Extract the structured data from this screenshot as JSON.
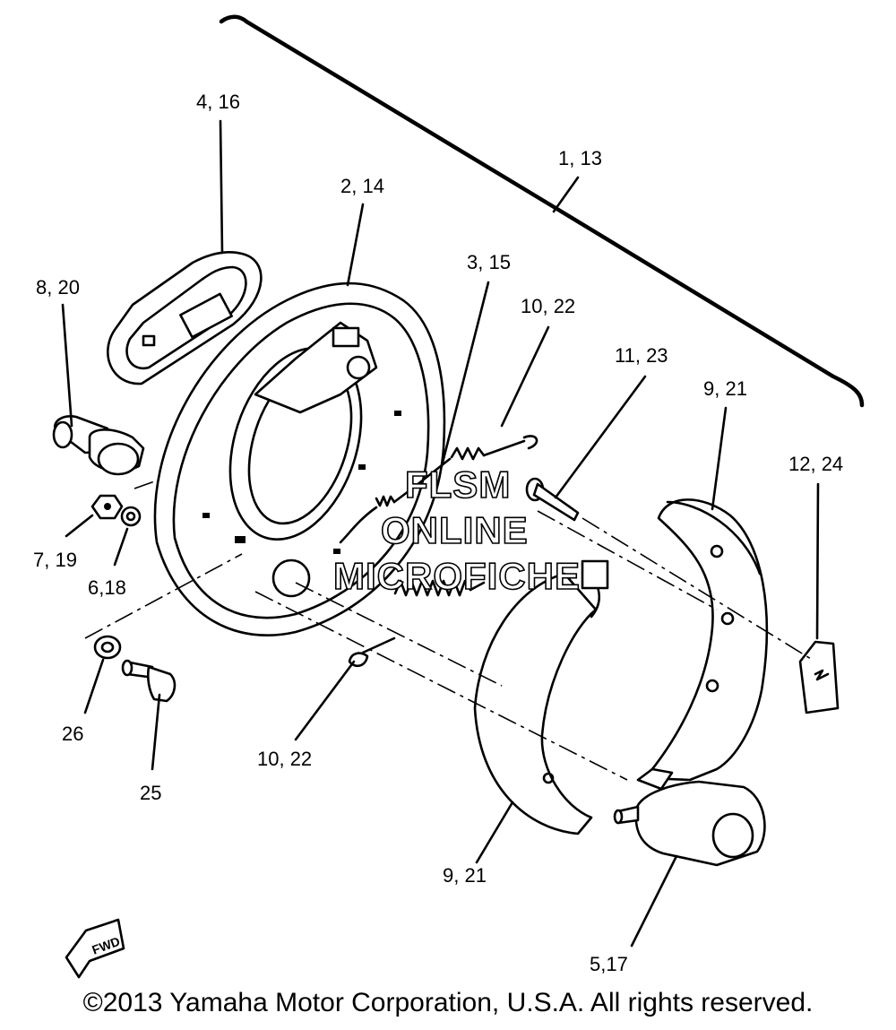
{
  "callouts": {
    "c_1_13": "1, 13",
    "c_2_14": "2, 14",
    "c_3_15": "3, 15",
    "c_4_16": "4, 16",
    "c_5_17": "5,17",
    "c_6_18": "6,18",
    "c_7_19": "7, 19",
    "c_8_20": "8, 20",
    "c_9_21_top": "9, 21",
    "c_9_21_bottom": "9, 21",
    "c_10_22_top": "10, 22",
    "c_10_22_bottom": "10, 22",
    "c_11_23": "11, 23",
    "c_12_24": "12, 24",
    "c_25": "25",
    "c_26": "26"
  },
  "watermark": {
    "line1": "FLSM",
    "line2": "ONLINE",
    "line3": "MICROFICHE"
  },
  "fwd_mark": "FWD",
  "copyright": "©2013 Yamaha Motor Corporation, U.S.A. All rights reserved."
}
